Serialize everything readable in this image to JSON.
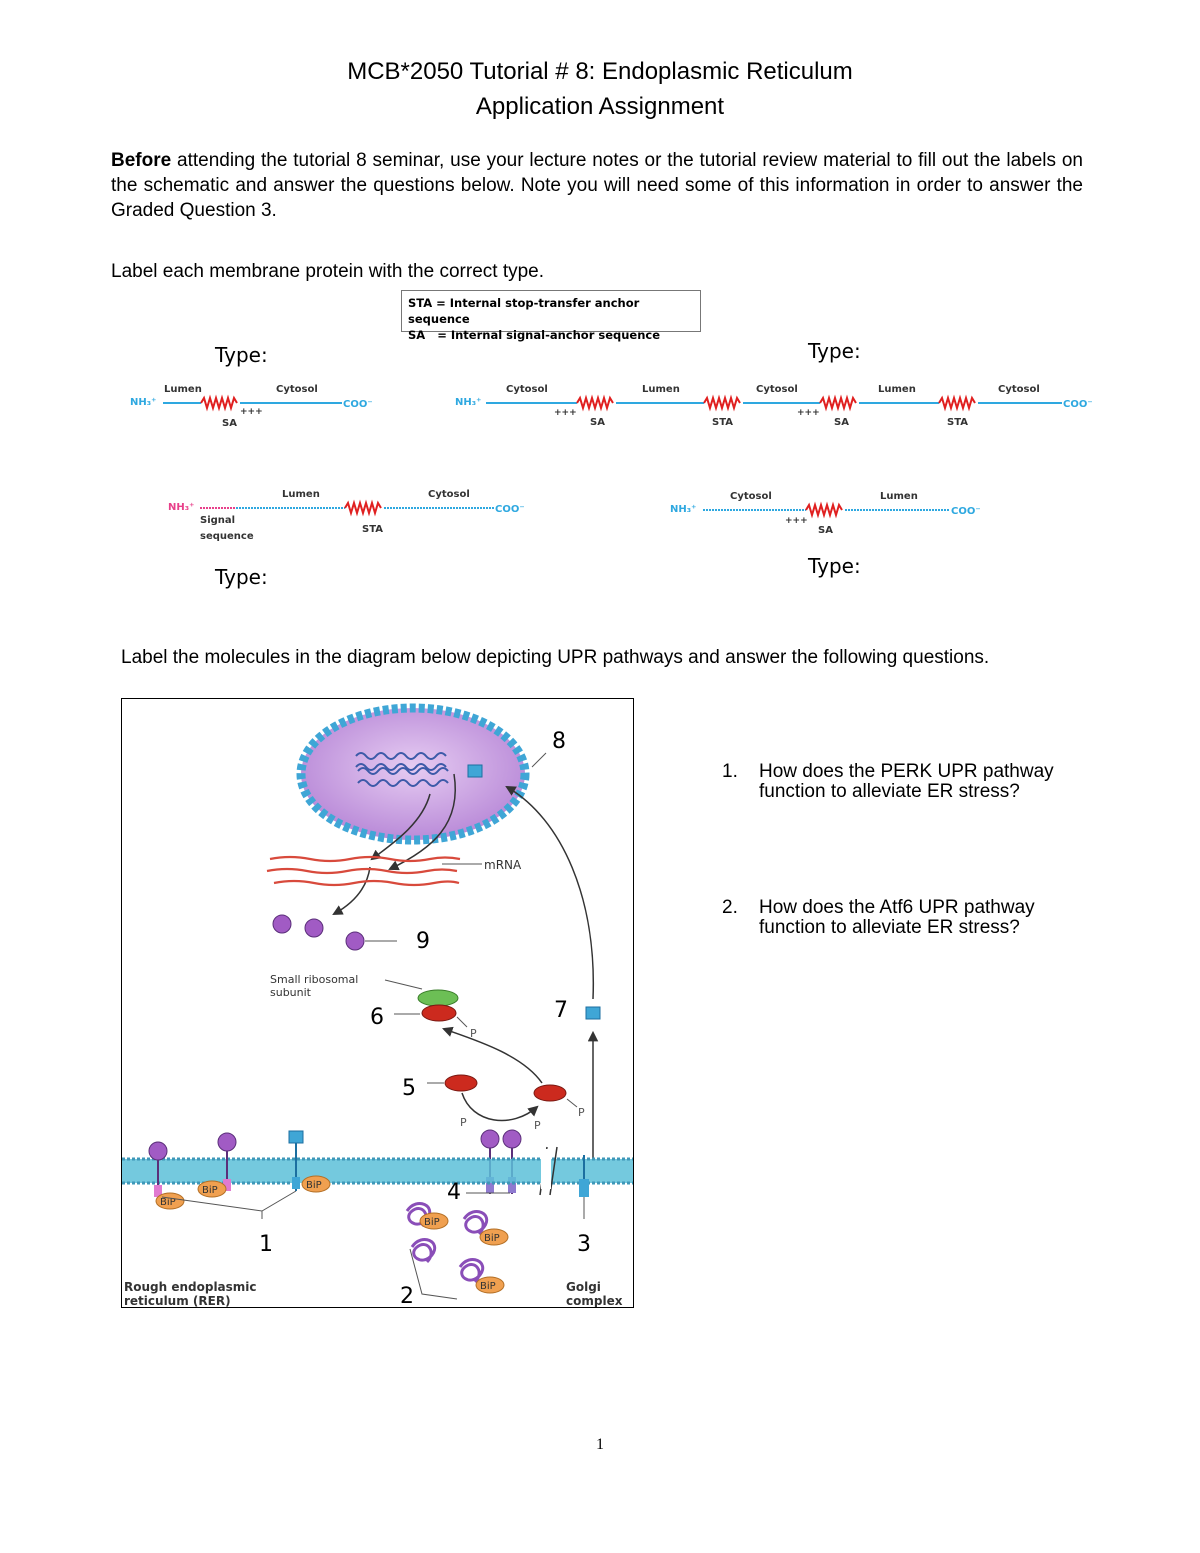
{
  "header": {
    "title_line1": "MCB*2050 Tutorial # 8: Endoplasmic Reticulum",
    "title_line2": "Application Assignment"
  },
  "intro": {
    "bold_word": "Before",
    "text": " attending the tutorial 8 seminar, use your lecture notes or the tutorial review material to fill out the labels on the schematic and answer the questions below. Note you will need some of this information in order to answer the Graded Question 3."
  },
  "section1": {
    "instruction": "Label each membrane protein with the correct type.",
    "legend": {
      "line1": "STA = Internal stop-transfer anchor sequence",
      "line2": "SA   = Internal signal-anchor sequence"
    },
    "type_label": "Type:",
    "protein_a": {
      "nh3": "NH₃⁺",
      "region1": "Lumen",
      "region2": "Cytosol",
      "seg": "SA",
      "charge": "+++",
      "coo": "COO⁻"
    },
    "protein_b": {
      "nh3": "NH₃⁺",
      "regions": [
        "Cytosol",
        "Lumen",
        "Cytosol",
        "Lumen",
        "Cytosol"
      ],
      "segs": [
        "SA",
        "STA",
        "SA",
        "STA"
      ],
      "charges": [
        "+++",
        "+++"
      ],
      "coo": "COO⁻"
    },
    "protein_c": {
      "nh3": "NH₃⁺",
      "signal1": "Signal",
      "signal2": "sequence",
      "region1": "Lumen",
      "region2": "Cytosol",
      "seg": "STA",
      "coo": "COO⁻"
    },
    "protein_d": {
      "nh3": "NH₃⁺",
      "region1": "Cytosol",
      "region2": "Lumen",
      "seg": "SA",
      "charge": "+++",
      "coo": "COO⁻"
    }
  },
  "section2": {
    "instruction": "Label the molecules in the diagram below depicting UPR pathways and answer the following questions.",
    "figure": {
      "mrna": "mRNA",
      "small_ribosomal1": "Small ribosomal",
      "small_ribosomal2": "subunit",
      "bip": "BiP",
      "p": "P",
      "numbers": [
        "1",
        "2",
        "3",
        "4",
        "5",
        "6",
        "7",
        "8",
        "9"
      ],
      "rer1": "Rough endoplasmic",
      "rer2": "reticulum (RER)",
      "golgi1": "Golgi",
      "golgi2": "complex"
    },
    "questions": [
      {
        "num": "1.",
        "text": "How does the PERK UPR pathway function to alleviate ER stress?"
      },
      {
        "num": "2.",
        "text": "How does the Atf6 UPR pathway function to alleviate ER stress?"
      }
    ]
  },
  "colors": {
    "membrane_line": "#2ea8e0",
    "helix": "#e02020",
    "signal": "#e8408a",
    "nucleus": "#c79be0",
    "membrane": "#5cc0d8",
    "purple_protein": "#a05cc0",
    "red_protein": "#cc2a1e",
    "bip": "#f0a050"
  },
  "footer": {
    "page": "1"
  }
}
